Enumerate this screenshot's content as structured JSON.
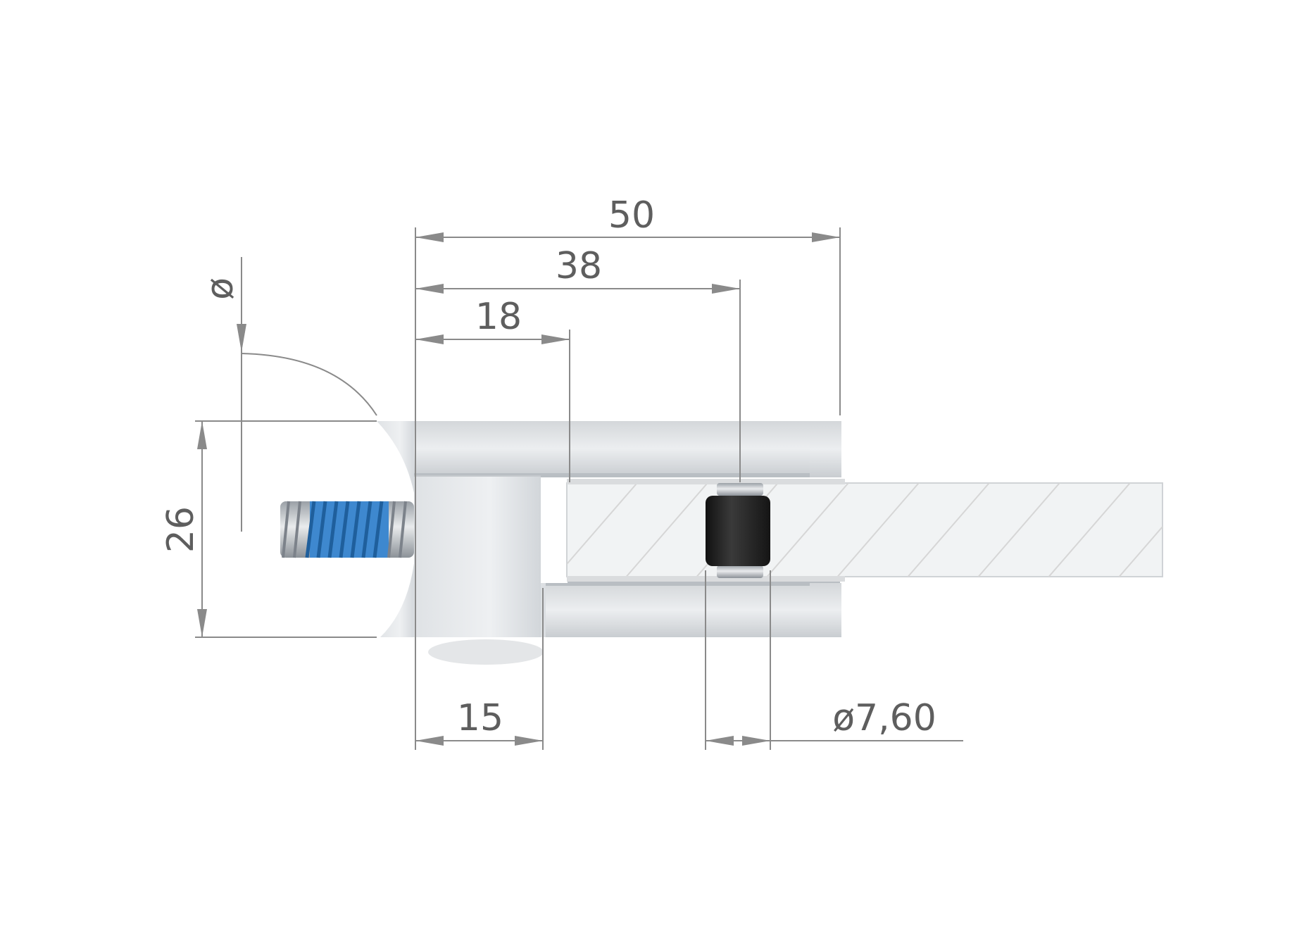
{
  "dimensions": {
    "overall_length": "50",
    "pin_position": "38",
    "slot_depth": "18",
    "body_height": "26",
    "base_width": "15",
    "pin_diameter": "7,60",
    "diameter_symbol": "ø"
  },
  "colors": {
    "dimension_line": "#8a8a8a",
    "dimension_text": "#5e5e5e",
    "steel_light": "#e6e8ea",
    "steel_dark": "#c9cdd1",
    "threadlock_blue": "#2f7fc9",
    "rubber_insert": "#1e1e1e"
  }
}
